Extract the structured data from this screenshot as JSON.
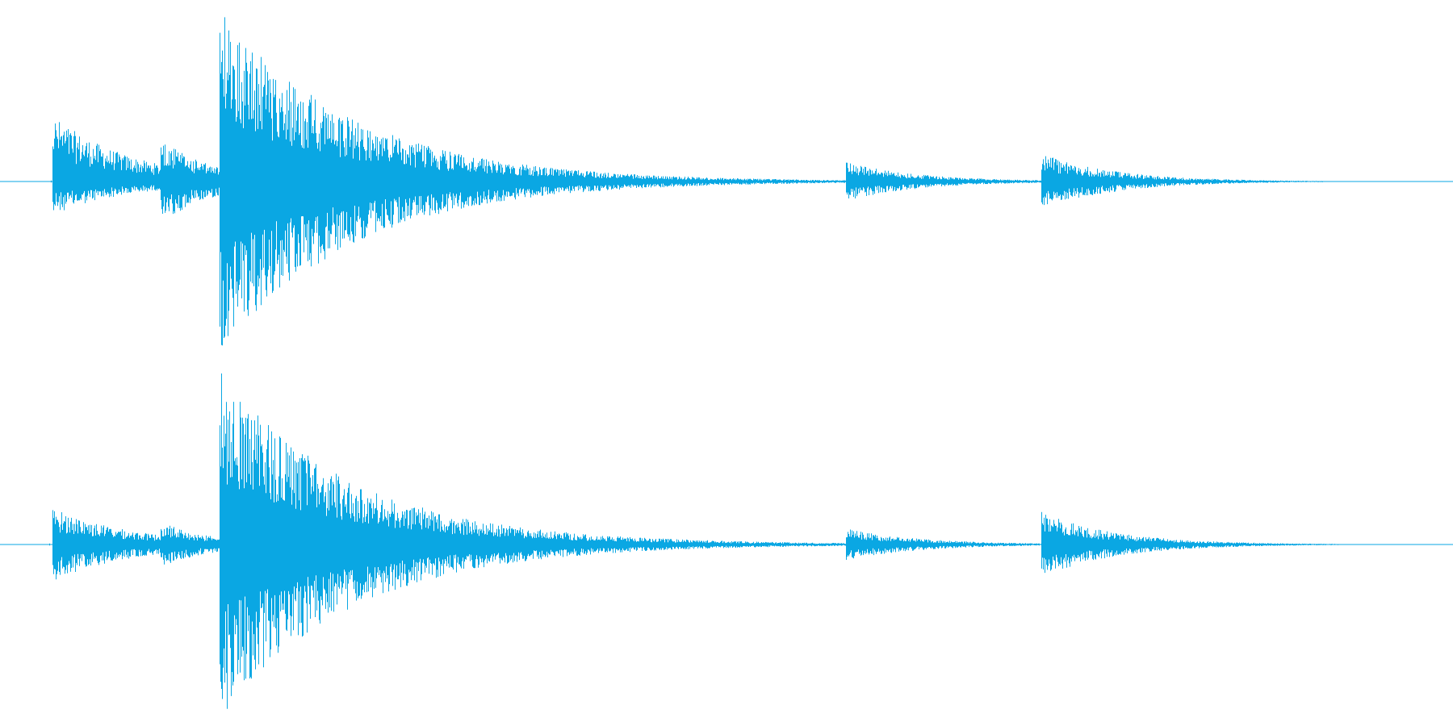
{
  "waveform": {
    "color": "#0aa7e3",
    "background": "#ffffff",
    "channels": [
      {
        "name": "left",
        "events": [
          {
            "time": 0.0365,
            "peak_up": 0.38,
            "peak_down": 0.19,
            "decay": 0.055
          },
          {
            "time": 0.111,
            "peak_up": 0.25,
            "peak_down": 0.25,
            "decay": 0.035
          },
          {
            "time": 0.1515,
            "peak_up": 1.0,
            "peak_down": 1.0,
            "decay": 0.09
          },
          {
            "time": 0.583,
            "peak_up": 0.11,
            "peak_down": 0.11,
            "decay": 0.05
          },
          {
            "time": 0.717,
            "peak_up": 0.16,
            "peak_down": 0.16,
            "decay": 0.05
          }
        ]
      },
      {
        "name": "right",
        "events": [
          {
            "time": 0.0365,
            "peak_up": 0.21,
            "peak_down": 0.21,
            "decay": 0.055
          },
          {
            "time": 0.111,
            "peak_up": 0.13,
            "peak_down": 0.13,
            "decay": 0.035
          },
          {
            "time": 0.1515,
            "peak_up": 1.0,
            "peak_down": 1.0,
            "decay": 0.09
          },
          {
            "time": 0.583,
            "peak_up": 0.09,
            "peak_down": 0.09,
            "decay": 0.05
          },
          {
            "time": 0.717,
            "peak_up": 0.19,
            "peak_down": 0.19,
            "decay": 0.05
          }
        ]
      }
    ]
  }
}
